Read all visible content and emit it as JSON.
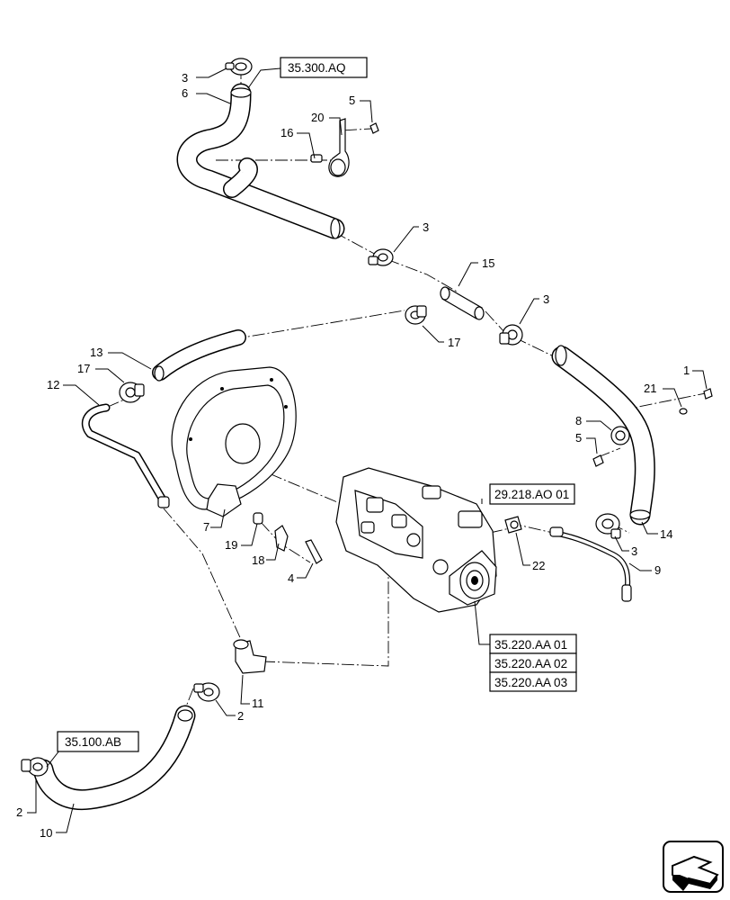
{
  "callouts": [
    {
      "id": "c3a",
      "text": "3"
    },
    {
      "id": "c6",
      "text": "6"
    },
    {
      "id": "c5a",
      "text": "5"
    },
    {
      "id": "c20",
      "text": "20"
    },
    {
      "id": "c16",
      "text": "16"
    },
    {
      "id": "c3b",
      "text": "3"
    },
    {
      "id": "c15",
      "text": "15"
    },
    {
      "id": "c3c",
      "text": "3"
    },
    {
      "id": "c17a",
      "text": "17"
    },
    {
      "id": "c13",
      "text": "13"
    },
    {
      "id": "c17b",
      "text": "17"
    },
    {
      "id": "c12",
      "text": "12"
    },
    {
      "id": "c1",
      "text": "1"
    },
    {
      "id": "c21",
      "text": "21"
    },
    {
      "id": "c8",
      "text": "8"
    },
    {
      "id": "c5b",
      "text": "5"
    },
    {
      "id": "c7",
      "text": "7"
    },
    {
      "id": "c19",
      "text": "19"
    },
    {
      "id": "c18",
      "text": "18"
    },
    {
      "id": "c4",
      "text": "4"
    },
    {
      "id": "c22",
      "text": "22"
    },
    {
      "id": "c14",
      "text": "14"
    },
    {
      "id": "c3d",
      "text": "3"
    },
    {
      "id": "c9",
      "text": "9"
    },
    {
      "id": "c11",
      "text": "11"
    },
    {
      "id": "c2a",
      "text": "2"
    },
    {
      "id": "c2b",
      "text": "2"
    },
    {
      "id": "c10",
      "text": "10"
    }
  ],
  "references": [
    {
      "id": "r1",
      "text": "35.300.AQ"
    },
    {
      "id": "r2",
      "text": "29.218.AO 01"
    },
    {
      "id": "r3",
      "text": "35.220.AA 01"
    },
    {
      "id": "r4",
      "text": "35.220.AA 02"
    },
    {
      "id": "r5",
      "text": "35.220.AA 03"
    },
    {
      "id": "r6",
      "text": "35.100.AB"
    }
  ],
  "icons": {
    "nav_arrow": "navigation-arrow-icon"
  }
}
